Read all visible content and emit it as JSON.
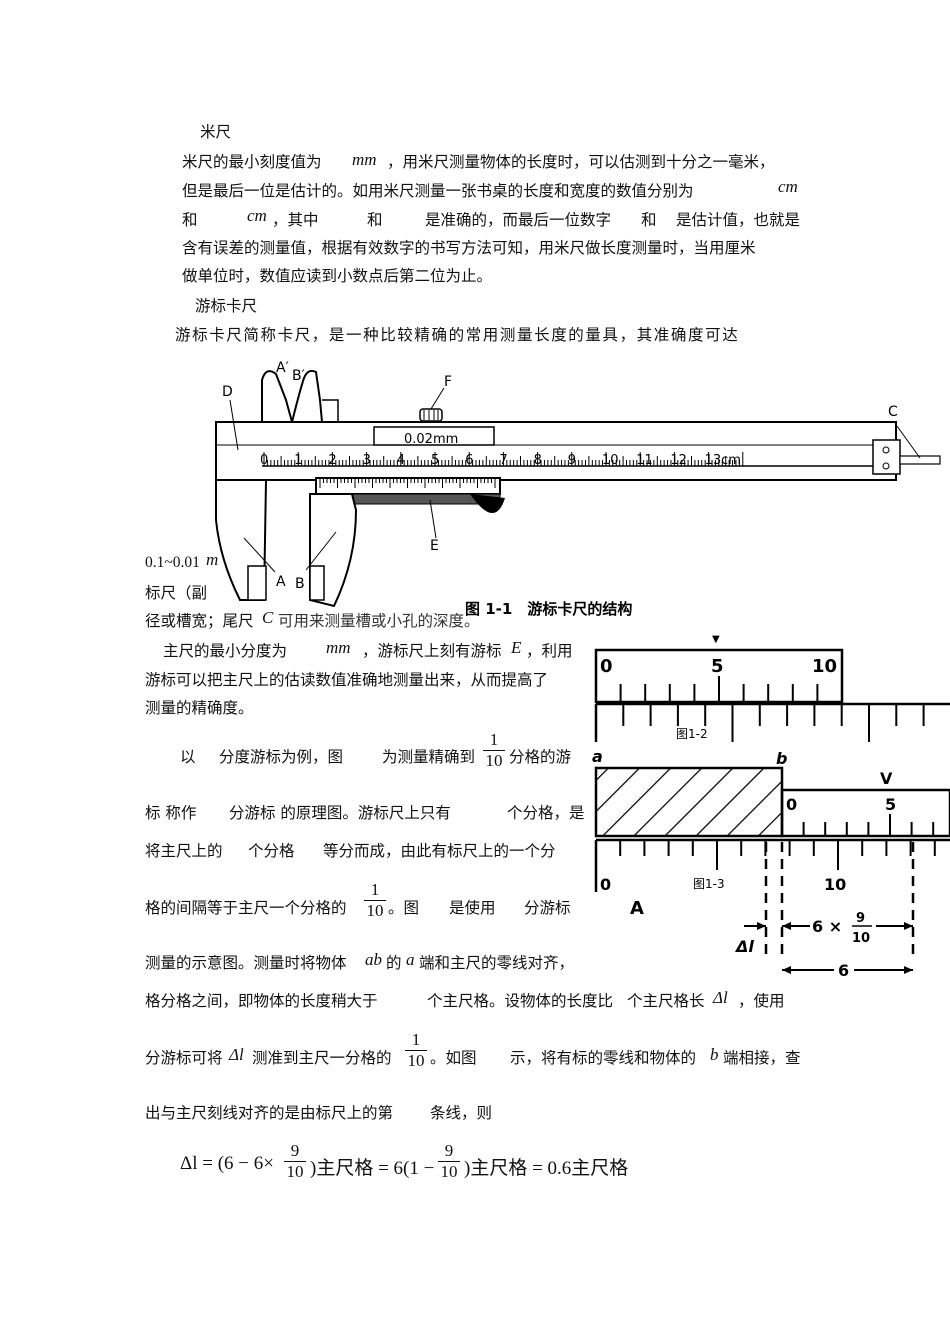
{
  "lines": {
    "h1": "米尺",
    "p1a": "米尺的最小刻度值为",
    "unit_mm": "mm",
    "p1b": "，用米尺测量物体的长度时，可以估测到十分之一毫米，",
    "p2": "但是最后一位是估计的。如用米尺测量一张书桌的长度和宽度的数值分别为",
    "unit_cm": "cm",
    "p3a": "和",
    "p3b": "，其中",
    "p3c": "和",
    "p3d": "是准确的，而最后一位数字",
    "p3e": "和",
    "p3f": "是估计值，也就是",
    "p4": "含有误差的测量值，根据有效数字的书写方法可知，用米尺做长度测量时，当用厘米",
    "p5": "做单位时，数值应读到小数点后第二位为止。",
    "h2": "游标卡尺",
    "p6": "游标卡尺简称卡尺，是一种比较精确的常用测量长度的量具，其准确度可达",
    "p7": "0.1~0.01",
    "p7_unit": "m",
    "p8": "标尺（副",
    "p9a": "径或槽宽；尾尺",
    "p9_C": "C",
    "p9b": "可用来测量槽或小孔的深度。",
    "p10a": "主尺的最小分度为",
    "p10b": "，游标尺上刻有游标",
    "p10_E": "E",
    "p10c": "，利用",
    "p11": "游标可以把主尺上的估读数值准确地测量出来，从而提高了",
    "p12": "测量的精确度。",
    "p13a": "以",
    "p13b": "分度游标为例，图",
    "p13c": "为测量精确到",
    "p13d": "分格的游",
    "p14a": "标 称作",
    "p14b": "分游标 的原理图。游标尺上只有",
    "p14c": "个分格，是",
    "p15a": "将主尺上的",
    "p15b": "个分格",
    "p15c": "等分而成，由此有标尺上的一个分",
    "p16a": "格的间隔等于主尺一个分格的",
    "p16b": "。图",
    "p16c": "是使用",
    "p16d": "分游标",
    "p17a": "测量的示意图。测量时将物体",
    "p17_ab": "ab",
    "p17b": "的",
    "p17_a": "a",
    "p17c": "端和主尺的零线对齐，",
    "p18a": "格分格之间，即物体的长度稍大于",
    "p18b": "个主尺格。设物体的长度比",
    "p18c": "个主尺格长",
    "p18_dl": "Δl",
    "p18d": "，使用",
    "p19a": "分游标可将",
    "p19_dl": "Δl",
    "p19b": "测准到主尺一分格的",
    "p19c": "。如图",
    "p19d": "示，将有标的零线和物体的",
    "p19_b": "b",
    "p19e": "端相接，查",
    "p20": "出与主尺刻线对齐的是由标尺上的第",
    "p20b": "条线，则"
  },
  "fractions": {
    "one": "1",
    "ten": "10",
    "nine": "9"
  },
  "formula": {
    "lhs": "Δl = (6 − 6×",
    "mid": ")主尺格 = 6(1 −",
    "end": ")主尺格 = 0.6主尺格"
  },
  "caliper": {
    "caption": "图 1-1　游标卡尺的结构",
    "vernier_label": "0.02mm",
    "scale_numbers": [
      "0",
      "1",
      "2",
      "3",
      "4",
      "5",
      "6",
      "7",
      "8",
      "9",
      "10",
      "11",
      "12",
      "13cm"
    ],
    "letters": {
      "A": "A",
      "B": "B",
      "A2": "A′",
      "B2": "B′",
      "C": "C",
      "D": "D",
      "E": "E",
      "F": "F"
    }
  },
  "fig12": {
    "label": "图1-2",
    "numbers": [
      "0",
      "5",
      "10"
    ],
    "marker": "▼"
  },
  "fig13": {
    "label": "图1-3",
    "point_a": "a",
    "point_b": "b",
    "V": "V",
    "vernier_numbers": [
      "0",
      "5"
    ],
    "main_numbers": [
      "0",
      "10"
    ],
    "A": "A",
    "dl": "Δl",
    "six_times": "6 ×",
    "six": "6",
    "nine": "9",
    "ten": "10"
  }
}
